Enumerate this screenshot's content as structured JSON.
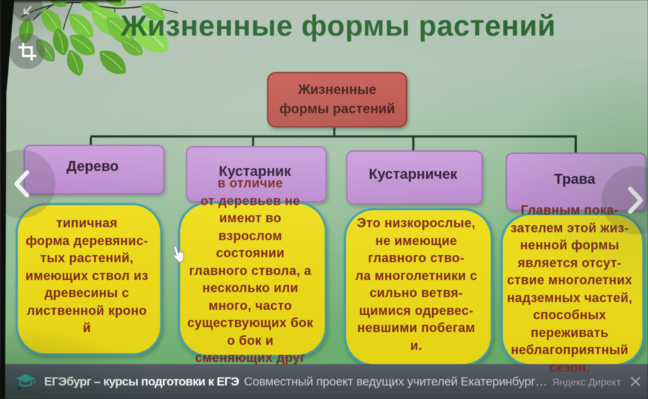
{
  "slide": {
    "title": "Жизненные формы растений",
    "root": "Жизненные\nформы растений",
    "nodes": [
      {
        "label": "Дерево",
        "desc": "типичная\nформа деревянис-\nтых растений,\nимеющих ствол из\nдревесины с\nлиственной кроно\nй"
      },
      {
        "label": "Кустарник",
        "desc": "в отличие\nот деревьев не\nимеют во\nвзрослом\nсостоянии\nглавного ствола, а\nнесколько или\nмного, часто\nсуществующих бок\nо бок и\nсменяющих друг"
      },
      {
        "label": "Кустарничек",
        "desc": "Это низкорослые,\nне имеющие\nглавного ство-\nла многолетники с\nсильно ветвя-\nщимися одревес-\nневшими побегам\nи."
      },
      {
        "label": "Трава",
        "desc": "Главным пока-\nзателем этой жиз-\nненной формы\nявляется отсут-\nствие многолетних\nнадземных частей,\nспособных\nпереживать\nнеблагоприятный\nсезон."
      }
    ]
  },
  "ad_bar": {
    "brand": "ЕГЭбург – курсы подготовки к ЕГЭ",
    "text": "Совместный проект ведущих учителей Екатеринбург…",
    "source": "Яндекс.Директ"
  },
  "colors": {
    "title_green": "#2b6830",
    "root_box_red": "#c5564e",
    "branch_purple": "#c697d8",
    "desc_yellow": "#eedc14",
    "desc_border_teal": "#3d9dae",
    "desc_text_red": "#812622",
    "bar_dark": "#4a4f5b",
    "cap_teal": "#2fa8a2"
  }
}
